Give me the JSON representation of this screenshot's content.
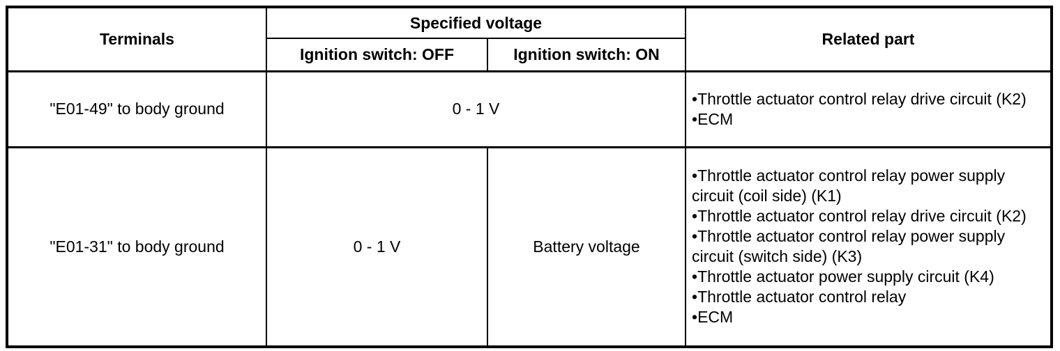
{
  "page": {
    "background": "#ffffff",
    "border_color": "#000000",
    "text_color": "#000000"
  },
  "table": {
    "headers": {
      "terminals": "Terminals",
      "specified_voltage": "Specified voltage",
      "ignition_off": "Ignition switch: OFF",
      "ignition_on": "Ignition switch: ON",
      "related_part": "Related part"
    },
    "rows": [
      {
        "terminal": "\"E01-49\" to body ground",
        "voltage": "0 - 1 V",
        "related_parts": [
          "Throttle actuator control relay drive circuit (K2)",
          "ECM"
        ]
      },
      {
        "terminal": "\"E01-31\" to body ground",
        "voltage_off": "0 - 1 V",
        "voltage_on": "Battery voltage",
        "related_parts": [
          "Throttle actuator control relay power supply circuit (coil side) (K1)",
          "Throttle actuator control relay drive circuit (K2)",
          "Throttle actuator control relay power supply circuit (switch side) (K3)",
          "Throttle actuator power supply circuit (K4)",
          "Throttle actuator control relay",
          "ECM"
        ]
      }
    ]
  }
}
